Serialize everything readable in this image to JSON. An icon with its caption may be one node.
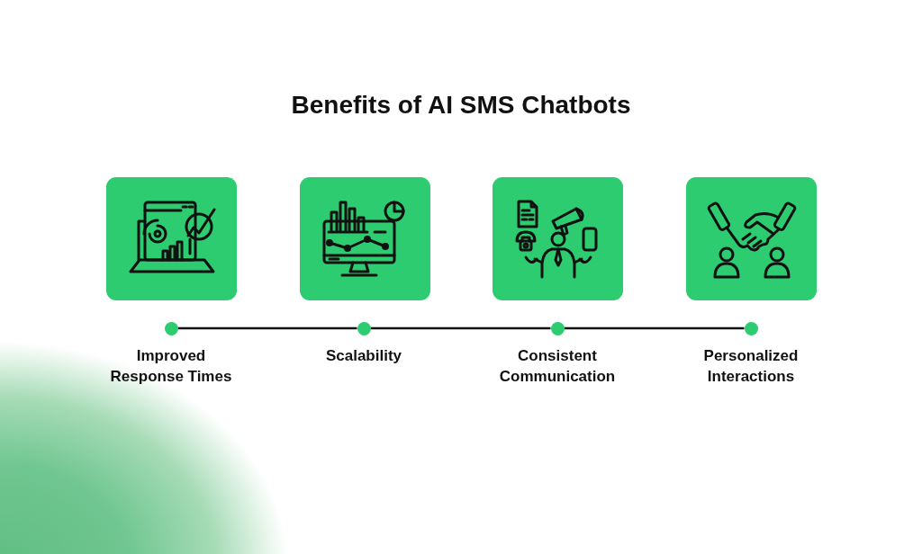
{
  "diagram": {
    "title": "Benefits of AI SMS Chatbots",
    "nodes": [
      {
        "text": [],
        "shape": "picture"
      },
      {
        "text": [],
        "shape": "picture"
      },
      {
        "text": [],
        "shape": "picture"
      },
      {
        "text": [],
        "shape": "picture"
      },
      {
        "text": [],
        "shape": "circle",
        "beside": [
          "Improved Response Times"
        ]
      },
      {
        "text": [],
        "shape": "circle",
        "beside": [
          "Scalability"
        ]
      },
      {
        "text": [],
        "shape": "circle",
        "beside": [
          "Consistent Communication"
        ]
      },
      {
        "text": [],
        "shape": "circle",
        "beside": [
          "Personalized Interactions"
        ]
      }
    ],
    "edges": [
      {
        "from": 4,
        "to": 5,
        "arrow": "none"
      },
      {
        "from": 5,
        "to": 6,
        "arrow": "none"
      },
      {
        "from": 6,
        "to": 7,
        "arrow": "none"
      }
    ]
  }
}
